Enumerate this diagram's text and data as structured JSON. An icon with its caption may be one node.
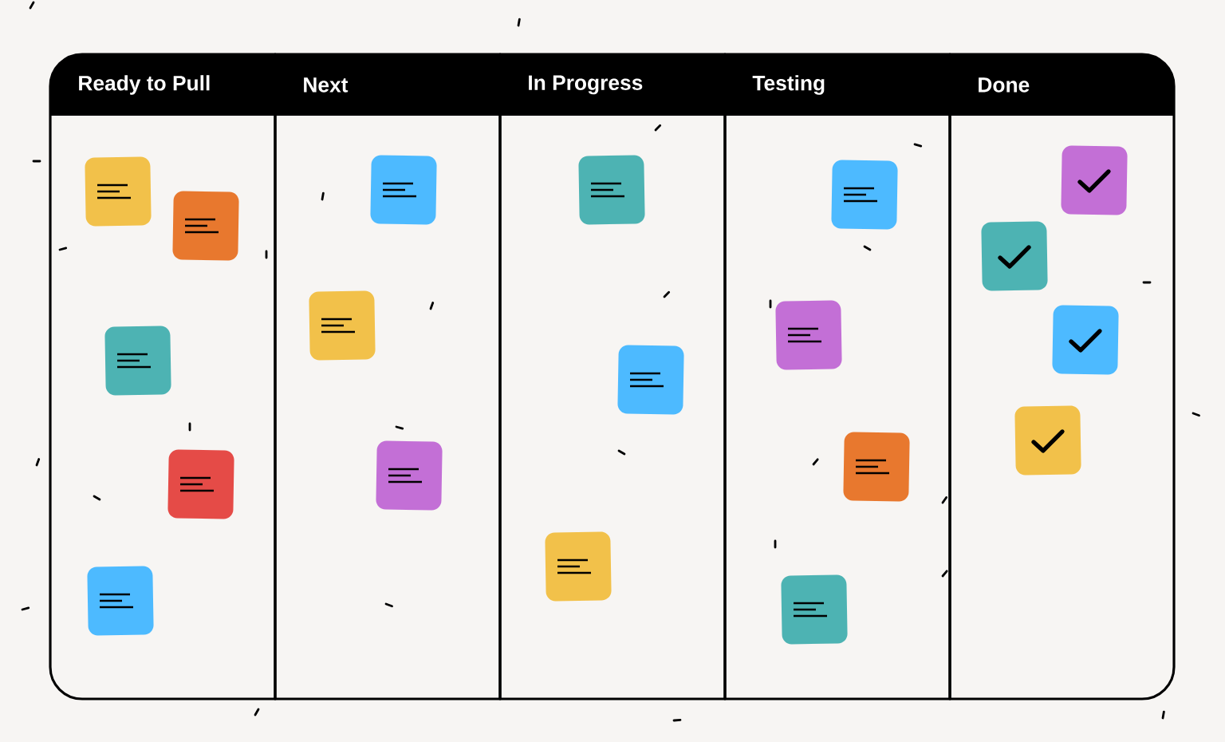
{
  "diagram": {
    "nodes": [
      {
        "text": [
          "Ready to Pull"
        ]
      },
      {
        "text": [
          "Next"
        ]
      },
      {
        "text": [
          "In Progress"
        ]
      },
      {
        "text": [
          "Testing"
        ]
      },
      {
        "text": [
          "Done"
        ]
      },
      {
        "text": [],
        "shape": "box",
        "in": 0
      },
      {
        "text": [],
        "shape": "box",
        "in": 0
      },
      {
        "text": [],
        "shape": "box",
        "in": 0
      },
      {
        "text": [],
        "shape": "box",
        "in": 0
      },
      {
        "text": [],
        "shape": "box",
        "in": 0
      },
      {
        "text": [],
        "shape": "box",
        "in": 1
      },
      {
        "text": [],
        "shape": "box",
        "in": 1
      },
      {
        "text": [],
        "shape": "box",
        "in": 1
      },
      {
        "text": [],
        "shape": "box",
        "in": 2
      },
      {
        "text": [],
        "shape": "box",
        "in": 2
      },
      {
        "text": [],
        "shape": "box",
        "in": 2
      },
      {
        "text": [],
        "shape": "box",
        "in": 3
      },
      {
        "text": [],
        "shape": "box",
        "in": 3
      },
      {
        "text": [],
        "shape": "box",
        "in": 3
      },
      {
        "text": [],
        "shape": "box",
        "in": 3
      },
      {
        "text": [],
        "shape": "box",
        "in": 4
      },
      {
        "text": [],
        "shape": "box",
        "in": 4
      },
      {
        "text": [],
        "shape": "box",
        "in": 4
      },
      {
        "text": [],
        "shape": "box",
        "in": 4
      }
    ],
    "edges": []
  }
}
